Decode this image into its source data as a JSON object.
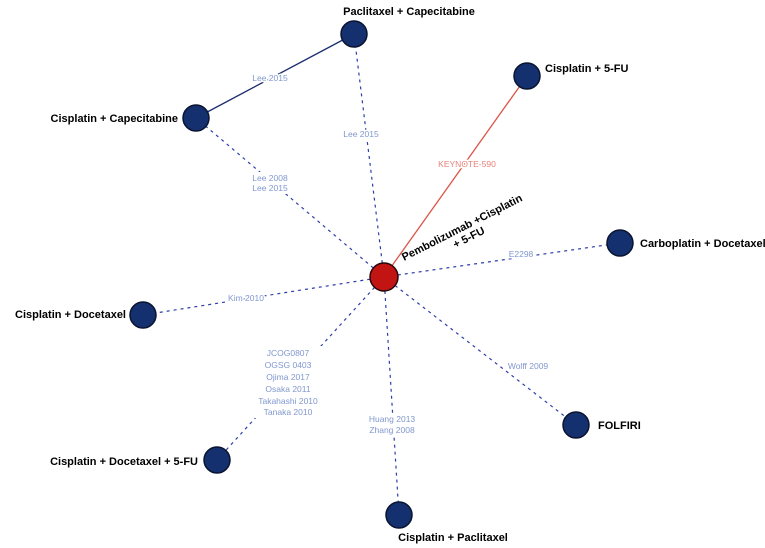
{
  "figure": {
    "description": "Network plot of treatments; nodes are regimens, edges are trials",
    "center_treatment": "Pembolizumab +Cisplatin + 5-FU"
  },
  "colors": {
    "node-fill": "#14306e",
    "node-stroke": "#0b1430",
    "center-fill": "#c31414",
    "center-stroke": "#260808",
    "edge-dashed": "#2e3ea8",
    "edge-solid": "#1c2d6e",
    "edge-red": "#dd5347",
    "study-label": "#8097cf",
    "study-label-red": "#e8837b",
    "node-label": "#000000",
    "background": "#ffffff"
  },
  "network": {
    "nodes": [
      {
        "id": "pembro-cis-5fu",
        "label": "Pembolizumab +Cisplatin + 5-FU",
        "label_line1": "Pembolizumab +Cisplatin",
        "label_line2": "+ 5-FU",
        "role": "center"
      },
      {
        "id": "pac-cap",
        "label": "Paclitaxel + Capecitabine"
      },
      {
        "id": "cis-5fu",
        "label": "Cisplatin + 5-FU"
      },
      {
        "id": "cis-cap",
        "label": "Cisplatin + Capecitabine"
      },
      {
        "id": "carb-doc",
        "label": "Carboplatin + Docetaxel"
      },
      {
        "id": "cis-doc",
        "label": "Cisplatin + Docetaxel"
      },
      {
        "id": "folfiri",
        "label": "FOLFIRI"
      },
      {
        "id": "cis-doc-5fu",
        "label": "Cisplatin + Docetaxel + 5-FU"
      },
      {
        "id": "cis-pac",
        "label": "Cisplatin + Paclitaxel"
      }
    ],
    "edges": [
      {
        "from": "cis-cap",
        "to": "pac-cap",
        "style": "solid",
        "studies": [
          "Lee 2015"
        ]
      },
      {
        "from": "pembro-cis-5fu",
        "to": "pac-cap",
        "style": "dashed",
        "studies": [
          "Lee 2015"
        ]
      },
      {
        "from": "pembro-cis-5fu",
        "to": "cis-cap",
        "style": "dashed",
        "studies": [
          "Lee 2008",
          "Lee 2015"
        ]
      },
      {
        "from": "pembro-cis-5fu",
        "to": "cis-5fu",
        "style": "solid-red",
        "studies": [
          "KEYNOTE-590"
        ]
      },
      {
        "from": "pembro-cis-5fu",
        "to": "carb-doc",
        "style": "dashed",
        "studies": [
          "E2298"
        ]
      },
      {
        "from": "pembro-cis-5fu",
        "to": "cis-doc",
        "style": "dashed",
        "studies": [
          "Kim 2010"
        ]
      },
      {
        "from": "pembro-cis-5fu",
        "to": "cis-doc-5fu",
        "style": "dashed",
        "studies": [
          "JCOG0807",
          "OGSG 0403",
          "Ojima 2017",
          "Osaka 2011",
          "Takahashi 2010",
          "Tanaka 2010"
        ]
      },
      {
        "from": "pembro-cis-5fu",
        "to": "cis-pac",
        "style": "dashed",
        "studies": [
          "Huang 2013",
          "Zhang 2008"
        ]
      },
      {
        "from": "pembro-cis-5fu",
        "to": "folfiri",
        "style": "dashed",
        "studies": [
          "Wolff 2009"
        ]
      }
    ]
  }
}
